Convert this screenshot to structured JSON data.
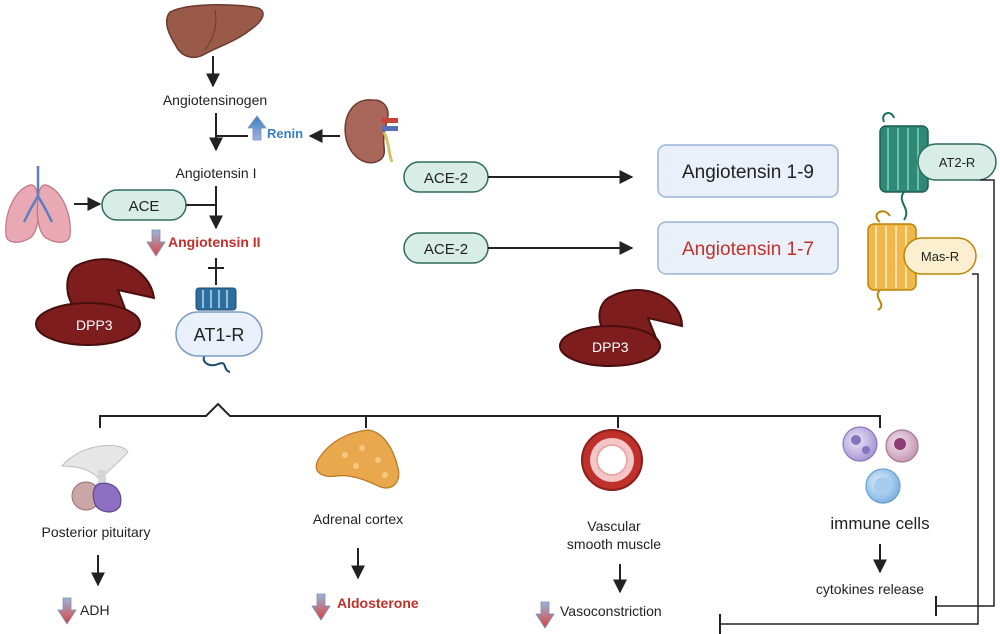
{
  "pathway": {
    "angiotensinogen": "Angiotensinogen",
    "renin": "Renin",
    "angiotensin_1": "Angiotensin I",
    "ace": "ACE",
    "angiotensin_2": "Angiotensin II",
    "at1r": "AT1-R",
    "dpp3_left": "DPP3",
    "ace2_top": "ACE-2",
    "ace2_bottom": "ACE-2",
    "ang_1_9": "Angiotensin 1-9",
    "ang_1_7": "Angiotensin 1-7",
    "dpp3_mid": "DPP3",
    "at2r": "AT2-R",
    "masr": "Mas-R"
  },
  "targets": {
    "pituitary": "Posterior pituitary",
    "adh": "ADH",
    "adrenal": "Adrenal cortex",
    "aldosterone": "Aldosterone",
    "vsm_line1": "Vascular",
    "vsm_line2": "smooth muscle",
    "vasoconstriction": "Vasoconstriction",
    "immune": "immune cells",
    "cytokines": "cytokines release"
  },
  "colors": {
    "pill_green": "#d7ede6",
    "pill_green_border": "#2f6b5d",
    "pill_blue": "#e9f0f9",
    "pill_blue_border": "#9bb4d6",
    "dpp3": "#7e1d1d",
    "down_arrow": "#d9433a",
    "up_arrow": "#6ea7dc",
    "text_red": "#c0312b",
    "text_blue": "#3a7fc2"
  }
}
